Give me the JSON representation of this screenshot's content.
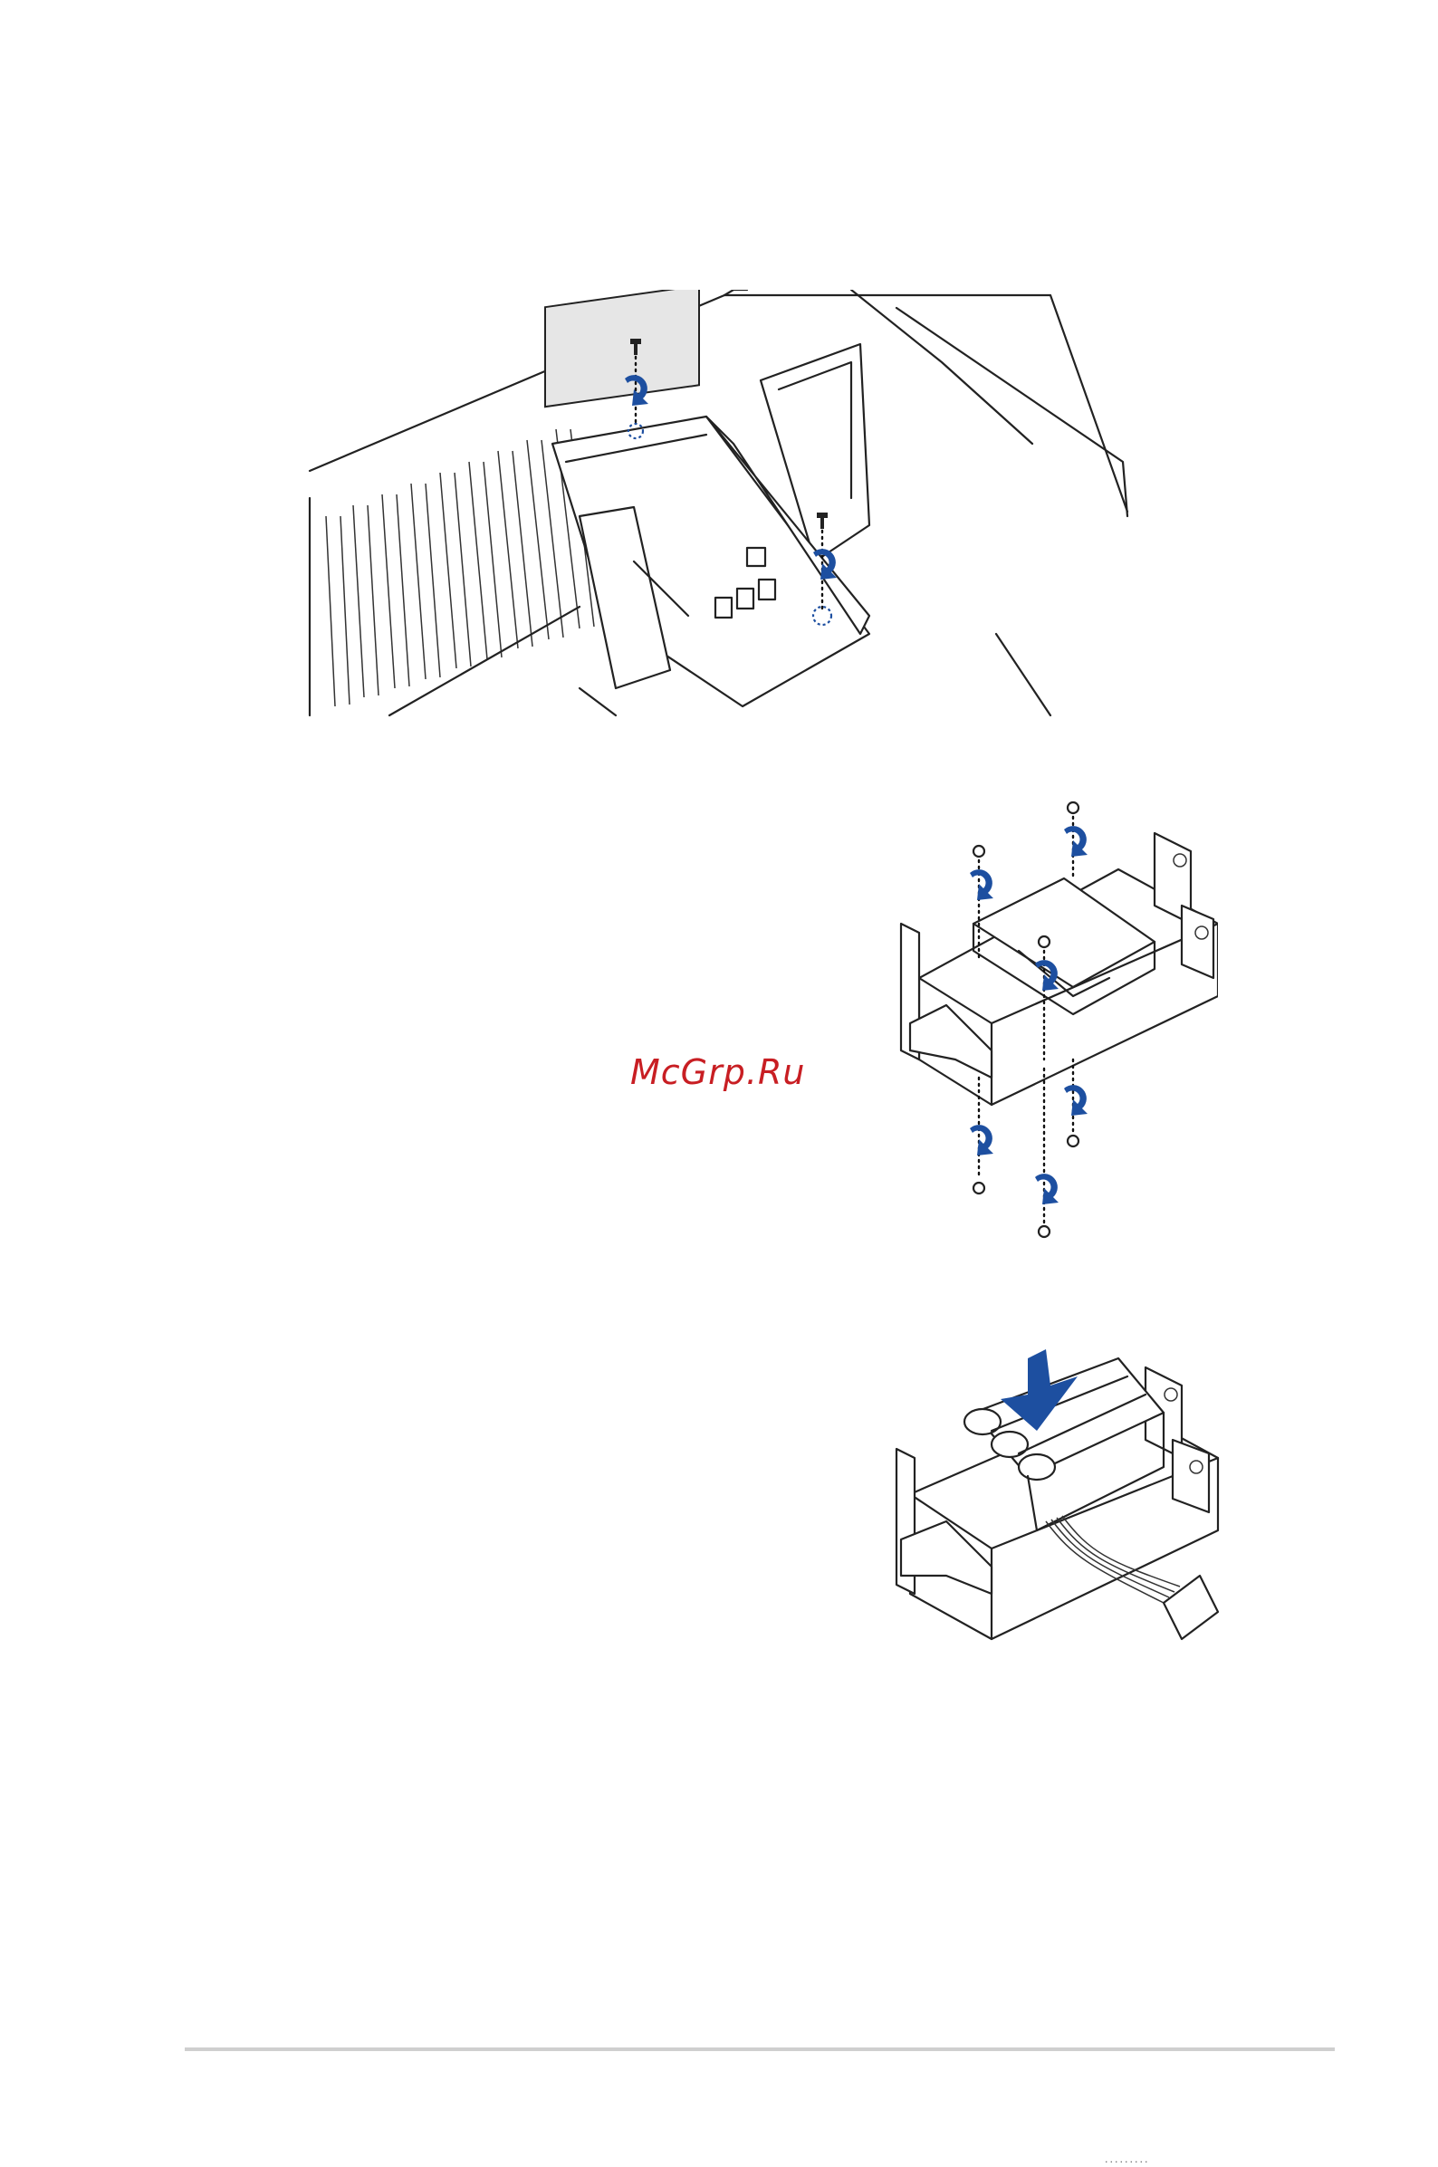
{
  "document": {
    "watermark": "McGrp.Ru",
    "bottom_edge_text": "........."
  },
  "figures": [
    {
      "id": "fig1",
      "description_icons": [
        "screw-icon",
        "rotate-arrow-icon"
      ]
    },
    {
      "id": "fig2",
      "description_icons": [
        "screw-icon",
        "rotate-arrow-icon"
      ]
    },
    {
      "id": "fig3",
      "description_icons": [
        "down-arrow-icon",
        "cable-connector-icon"
      ]
    }
  ],
  "colors": {
    "accent_blue": "#1d4fa0",
    "watermark_red": "#c81e23",
    "rule_gray": "#cfcfcf"
  }
}
